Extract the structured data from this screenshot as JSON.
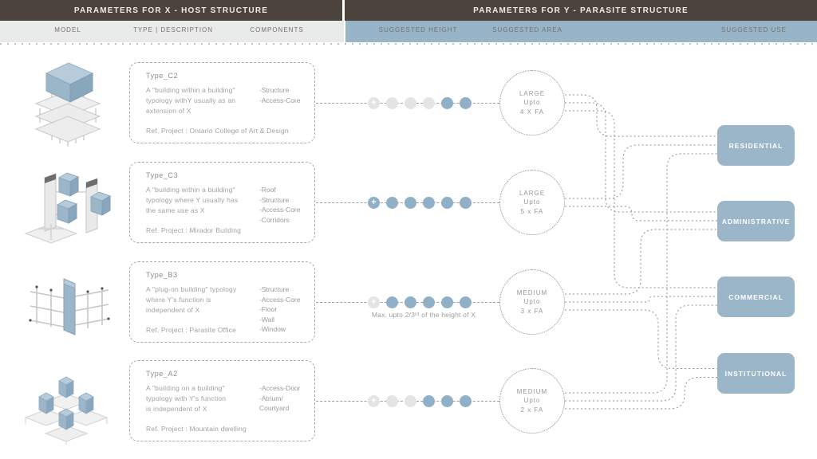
{
  "header": {
    "left_title": "PARAMETERS FOR X - HOST STRUCTURE",
    "right_title": "PARAMETERS FOR Y - PARASITE STRUCTURE"
  },
  "columns": {
    "model": "MODEL",
    "type": "TYPE | DESCRIPTION",
    "components": "COMPONENTS",
    "height": "SUGGESTED HEIGHT",
    "area": "SUGGESTED AREA",
    "use": "SUGGESTED USE"
  },
  "rows": [
    {
      "type": "Type_C2",
      "description": "A \"building within a building\"\ntypology withY usually as an\nextension of X",
      "components": "-Structure\n-Access-Core",
      "ref": "Ref. Project : Ontario College of Art & Design",
      "height_dots": [
        "plus-gray",
        "gray",
        "gray",
        "gray",
        "blue",
        "blue"
      ],
      "height_note": "",
      "area": [
        "LARGE",
        "Upto",
        "4 X FA"
      ]
    },
    {
      "type": "Type_C3",
      "description": "A \"building within a building\"\ntypology where Y usually has\nthe same use as X",
      "components": "-Roof\n-Structure\n-Access-Core\n-Corridors",
      "ref": "Ref. Project : Mirador Building",
      "height_dots": [
        "plus-blue",
        "blue",
        "blue",
        "blue",
        "blue",
        "blue"
      ],
      "height_note": "",
      "area": [
        "LARGE",
        "Upto",
        "5 x FA"
      ]
    },
    {
      "type": "Type_B3",
      "description": "A \"plug-on building\" typology\nwhere Y's function is\nindependent of X",
      "components": "-Structure\n-Access-Core\n-Floor\n-Wall\n-Window",
      "ref": "Ref. Project : Parasite Office",
      "height_dots": [
        "plus-gray",
        "blue",
        "blue",
        "blue",
        "blue",
        "blue"
      ],
      "height_note": "Max. upto 2/3ʳᵈ of the height of X",
      "area": [
        "MEDIUM",
        "Upto",
        "3 x FA"
      ]
    },
    {
      "type": "Type_A2",
      "description": "A \"building on a building\"\ntypology with Y's function\nis independent of X",
      "components": "-Access-Door\n-Atrium/\n Courtyard",
      "ref": "Ref. Project : Mountain dwelling",
      "height_dots": [
        "plus-gray",
        "gray",
        "gray",
        "blue",
        "blue",
        "blue"
      ],
      "height_note": "",
      "area": [
        "MEDIUM",
        "Upto",
        "2 x FA"
      ]
    }
  ],
  "uses": [
    "RESIDENTIAL",
    "ADMINISTRATIVE",
    "COMMERCIAL",
    "INSTITUTIONAL"
  ],
  "connections": [
    [
      0,
      0
    ],
    [
      0,
      1
    ],
    [
      0,
      2
    ],
    [
      1,
      0
    ],
    [
      1,
      1
    ],
    [
      2,
      1
    ],
    [
      2,
      2
    ],
    [
      2,
      3
    ],
    [
      3,
      0
    ],
    [
      3,
      2
    ],
    [
      3,
      3
    ]
  ],
  "colors": {
    "header_brown": "#4b433c",
    "header_blue": "#97b4c9",
    "use_box_blue": "#9cb6c9",
    "dot_blue": "#8fb0c6",
    "dot_gray": "#e2e4e5",
    "subheader_gray": "#e9eaea"
  }
}
